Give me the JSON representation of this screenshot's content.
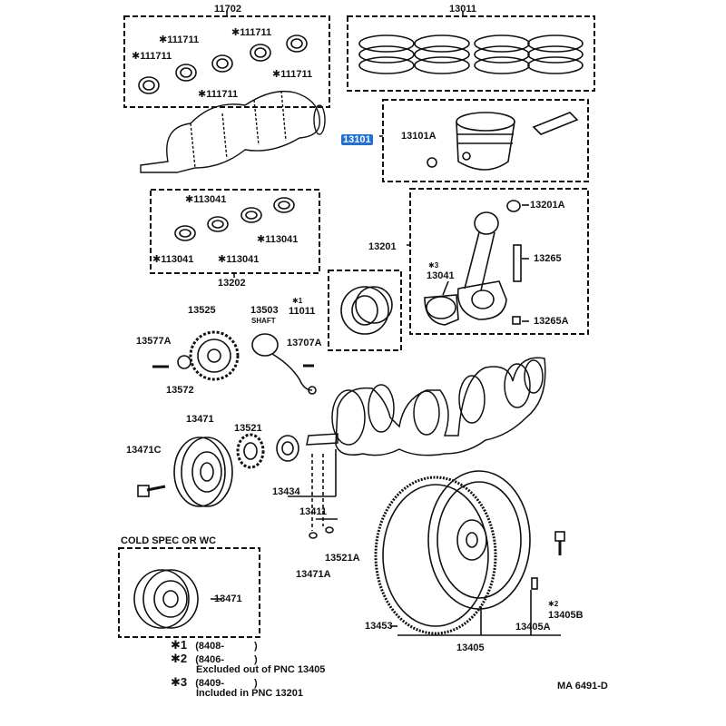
{
  "labels": {
    "l11702": "11702",
    "l111711_a": "✱111711",
    "l111711_b": "✱111711",
    "l111711_c": "✱111711",
    "l111711_d": "✱111711",
    "l111711_e": "✱111711",
    "l13011": "13011",
    "l13101": "13101",
    "l13101A": "13101A",
    "l113041_a": "✱113041",
    "l113041_b": "✱113041",
    "l113041_c": "✱113041",
    "l113041_d": "✱113041",
    "l13202": "13202",
    "l13201": "13201",
    "l13201A": "13201A",
    "l13041_star": "✱3",
    "l13041": "13041",
    "l13265": "13265",
    "l13265A": "13265A",
    "l11011_star": "✱1",
    "l11011": "11011",
    "l13525": "13525",
    "l13503": "13503",
    "l13503_shaft": "SHAFT",
    "l13577A": "13577A",
    "l13572": "13572",
    "l13707A": "13707A",
    "l13471": "13471",
    "l13521": "13521",
    "l13471C": "13471C",
    "l13434": "13434",
    "l13411": "13411",
    "l13471A": "13471A",
    "l13521A": "13521A",
    "cold_title": "COLD SPEC OR WC",
    "l13471_cold": "13471",
    "l13453": "13453",
    "l13405": "13405",
    "l13405A": "13405A",
    "l13405B_star": "✱2",
    "l13405B": "13405B",
    "code": "MA 6491-D"
  },
  "notes": [
    {
      "mark": "✱1",
      "text": "(8408-",
      "close": ")"
    },
    {
      "mark": "✱2",
      "text": "(8406-",
      "close": ")",
      "sub": "Excluded out of PNC 13405"
    },
    {
      "mark": "✱3",
      "text": "(8409-",
      "close": ")",
      "sub": "Included in PNC 13201"
    }
  ]
}
